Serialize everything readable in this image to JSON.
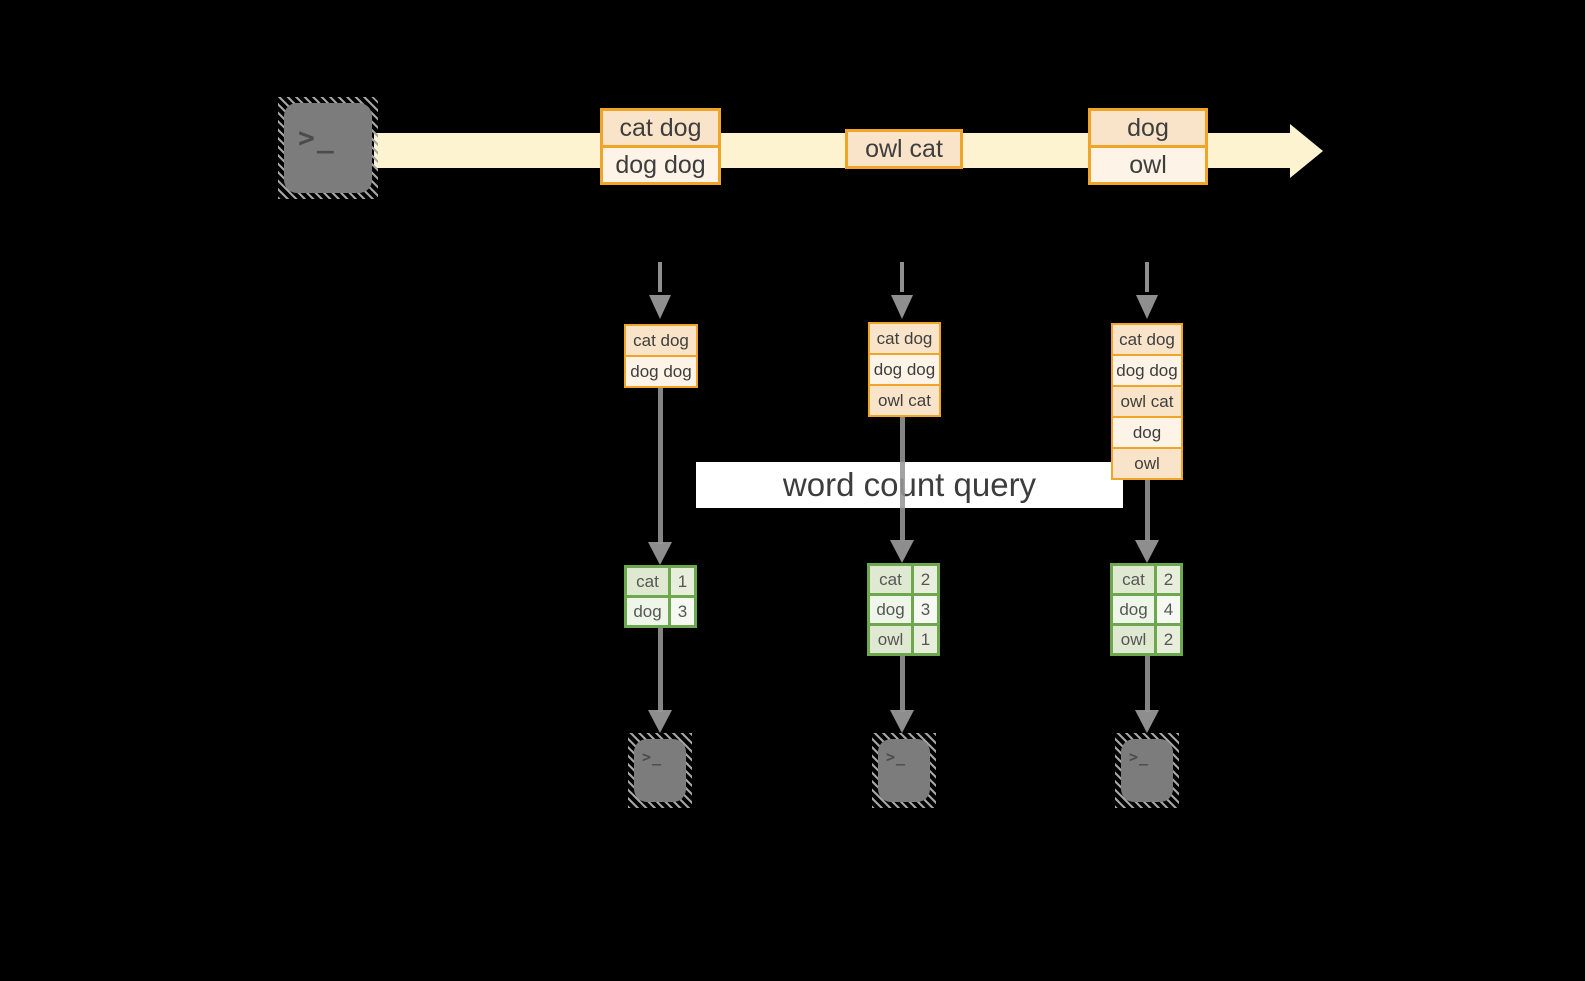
{
  "query_banner": {
    "label": "word count query"
  },
  "stream": {
    "events": [
      {
        "rows": [
          "cat dog",
          "dog dog"
        ]
      },
      {
        "rows": [
          "owl cat"
        ]
      },
      {
        "rows": [
          "dog",
          "owl"
        ]
      }
    ]
  },
  "columns": [
    {
      "log": [
        "cat dog",
        "dog dog"
      ],
      "counts": [
        {
          "word": "cat",
          "count": "1"
        },
        {
          "word": "dog",
          "count": "3"
        }
      ]
    },
    {
      "log": [
        "cat dog",
        "dog dog",
        "owl cat"
      ],
      "counts": [
        {
          "word": "cat",
          "count": "2"
        },
        {
          "word": "dog",
          "count": "3"
        },
        {
          "word": "owl",
          "count": "1"
        }
      ]
    },
    {
      "log": [
        "cat dog",
        "dog dog",
        "owl cat",
        "dog",
        "owl"
      ],
      "counts": [
        {
          "word": "cat",
          "count": "2"
        },
        {
          "word": "dog",
          "count": "4"
        },
        {
          "word": "owl",
          "count": "2"
        }
      ]
    }
  ],
  "icons": {
    "terminal_glyph": ">_"
  },
  "colors": {
    "background": "#000000",
    "stream_band": "#fdf3d0",
    "event_border_orange": "#f0a428",
    "event_fill_peach": "#fae4c9",
    "event_fill_cream": "#fdf3e6",
    "table_border_green": "#6ea84e",
    "arrow_gray": "#969696",
    "banner_bg": "#ffffff",
    "text_dark": "#3e3e3e"
  }
}
